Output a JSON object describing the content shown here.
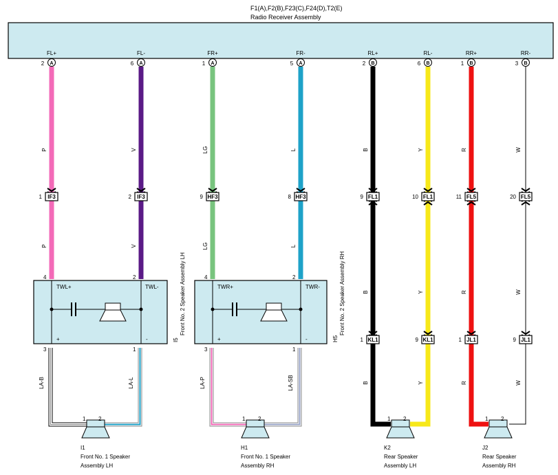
{
  "header": {
    "connectors": "F1(A),F2(B),F23(C),F24(D),T2(E)",
    "title": "Radio Receiver Assembly"
  },
  "colors": {
    "radio_fill": "#cdeaf0",
    "speaker_fill": "#cdeaf0",
    "pink": "#f36ab8",
    "violet": "#5a1a86",
    "light_green": "#78c47e",
    "light_blue": "#1ea2c8",
    "black": "#000000",
    "yellow": "#f7e81a",
    "red": "#ee1111",
    "white_wire": "#ffffff"
  },
  "terminals": [
    {
      "name": "FL+",
      "pin": "2",
      "conn": "A"
    },
    {
      "name": "FL-",
      "pin": "6",
      "conn": "A"
    },
    {
      "name": "FR+",
      "pin": "1",
      "conn": "A"
    },
    {
      "name": "FR-",
      "pin": "5",
      "conn": "A"
    },
    {
      "name": "RL+",
      "pin": "2",
      "conn": "B"
    },
    {
      "name": "RL-",
      "pin": "6",
      "conn": "B"
    },
    {
      "name": "RR+",
      "pin": "1",
      "conn": "B"
    },
    {
      "name": "RR-",
      "pin": "3",
      "conn": "B"
    }
  ],
  "wires": {
    "upper": [
      "P",
      "V",
      "LG",
      "L",
      "B",
      "Y",
      "R",
      "W"
    ],
    "lower": [
      "P",
      "V",
      "LG",
      "L",
      "B",
      "Y",
      "R",
      "W"
    ],
    "bottom": [
      "LA-B",
      "LA-L",
      "LA-P",
      "LA-SB",
      "B",
      "Y",
      "R",
      "W"
    ]
  },
  "junctions_upper": [
    {
      "pin": "1",
      "name": "IF3"
    },
    {
      "pin": "2",
      "name": "IF3"
    },
    {
      "pin": "9",
      "name": "HF3"
    },
    {
      "pin": "8",
      "name": "HF3"
    },
    {
      "pin": "9",
      "name": "FL1"
    },
    {
      "pin": "10",
      "name": "FL1"
    },
    {
      "pin": "11",
      "name": "FL5"
    },
    {
      "pin": "20",
      "name": "FL5"
    }
  ],
  "junctions_lower": [
    {
      "pin": "1",
      "name": "KL1"
    },
    {
      "pin": "9",
      "name": "KL1"
    },
    {
      "pin": "1",
      "name": "JL1"
    },
    {
      "pin": "9",
      "name": "JL1"
    }
  ],
  "tweeters": [
    {
      "pin_pos": "4",
      "pin_neg": "2",
      "label_pos": "TWL+",
      "label_neg": "TWL-",
      "plus": "+",
      "minus": "-",
      "pin_bl": "3",
      "pin_br": "1",
      "id": "I5",
      "name": "Front No. 2 Speaker Assembly LH"
    },
    {
      "pin_pos": "4",
      "pin_neg": "2",
      "label_pos": "TWR+",
      "label_neg": "TWR-",
      "plus": "+",
      "minus": "-",
      "pin_bl": "3",
      "pin_br": "1",
      "id": "H5",
      "name": "Front No. 2 Speaker Assembly RH"
    }
  ],
  "speakers": [
    {
      "id": "I1",
      "pin1": "1",
      "pin2": "2",
      "line1": "Front No. 1 Speaker",
      "line2": "Assembly LH"
    },
    {
      "id": "H1",
      "pin1": "1",
      "pin2": "2",
      "line1": "Front No. 1 Speaker",
      "line2": "Assembly RH"
    },
    {
      "id": "K2",
      "pin1": "1",
      "pin2": "2",
      "line1": "Rear Speaker",
      "line2": "Assembly LH"
    },
    {
      "id": "J2",
      "pin1": "1",
      "pin2": "2",
      "line1": "Rear Speaker",
      "line2": "Assembly RH"
    }
  ]
}
